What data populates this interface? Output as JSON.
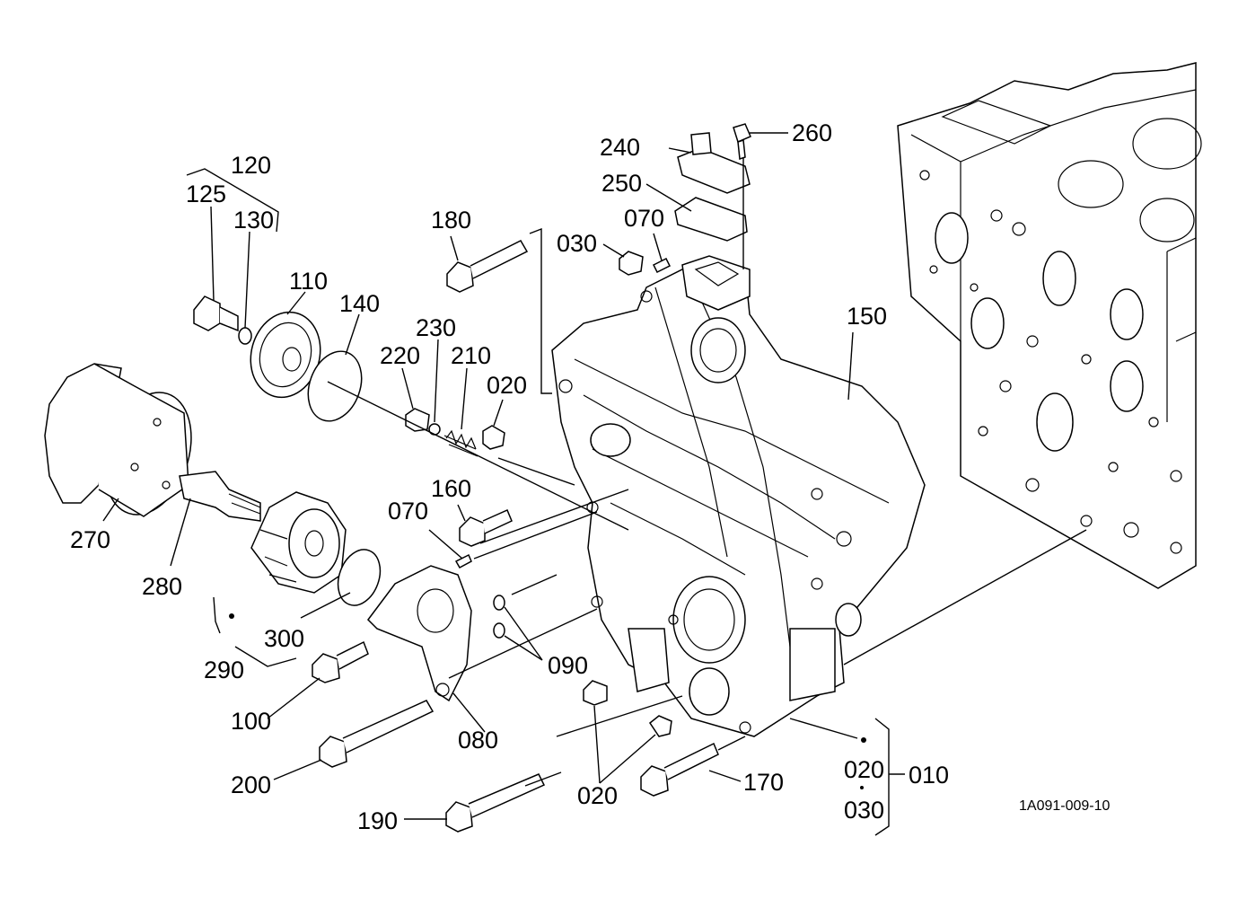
{
  "diagram": {
    "reference_code": "1A091-009-10",
    "callouts": {
      "c120": "120",
      "c125": "125",
      "c130": "130",
      "c110": "110",
      "c140": "140",
      "c180": "180",
      "c240": "240",
      "c260": "260",
      "c250": "250",
      "c070a": "070",
      "c030a": "030",
      "c150": "150",
      "c230": "230",
      "c220": "220",
      "c210": "210",
      "c020a": "020",
      "c160": "160",
      "c070b": "070",
      "c270": "270",
      "c280": "280",
      "c300": "300",
      "c290": "290",
      "c100": "100",
      "c090": "090",
      "c080": "080",
      "c200": "200",
      "c020b": "020",
      "c170": "170",
      "c190": "190",
      "c020c": "020",
      "c010": "010",
      "c030b": "030"
    },
    "icons": {
      "filter": "oil-filter-icon",
      "case": "gear-case-icon",
      "block": "engine-block-icon"
    }
  }
}
